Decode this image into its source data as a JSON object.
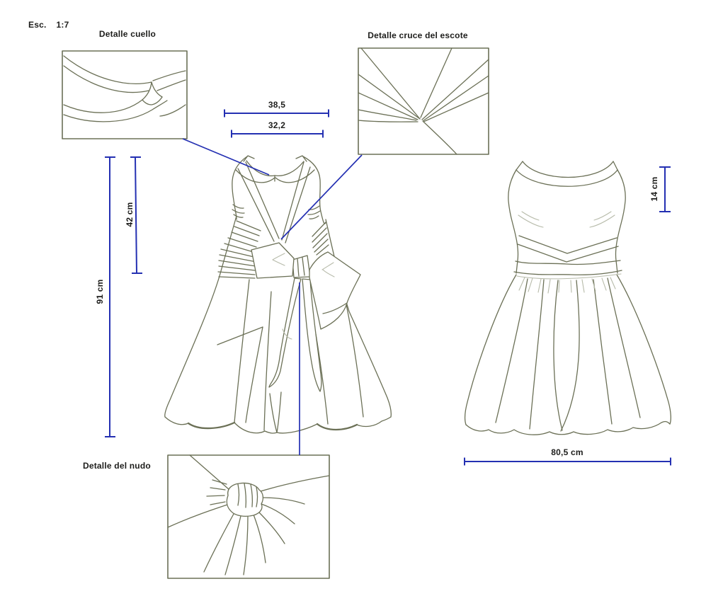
{
  "scale": {
    "label": "Esc.",
    "value": "1:7"
  },
  "detail_boxes": {
    "collar": {
      "label": "Detalle cuello"
    },
    "neckline_cross": {
      "label": "Detalle cruce del escote"
    },
    "knot": {
      "label": "Detalle del nudo"
    }
  },
  "measurements": {
    "front_chest_width": "38,5",
    "front_waist_width": "32,2",
    "front_bodice_length": "42 cm",
    "front_total_length": "91 cm",
    "back_neck_depth": "14 cm",
    "back_hem_width": "80,5 cm"
  },
  "colors": {
    "artwork_line": "#6b7056",
    "artwork_line_light": "#b7bbaa",
    "dimension_blue": "#2430b2",
    "label_text": "#1d1d1b",
    "background": "#ffffff"
  }
}
